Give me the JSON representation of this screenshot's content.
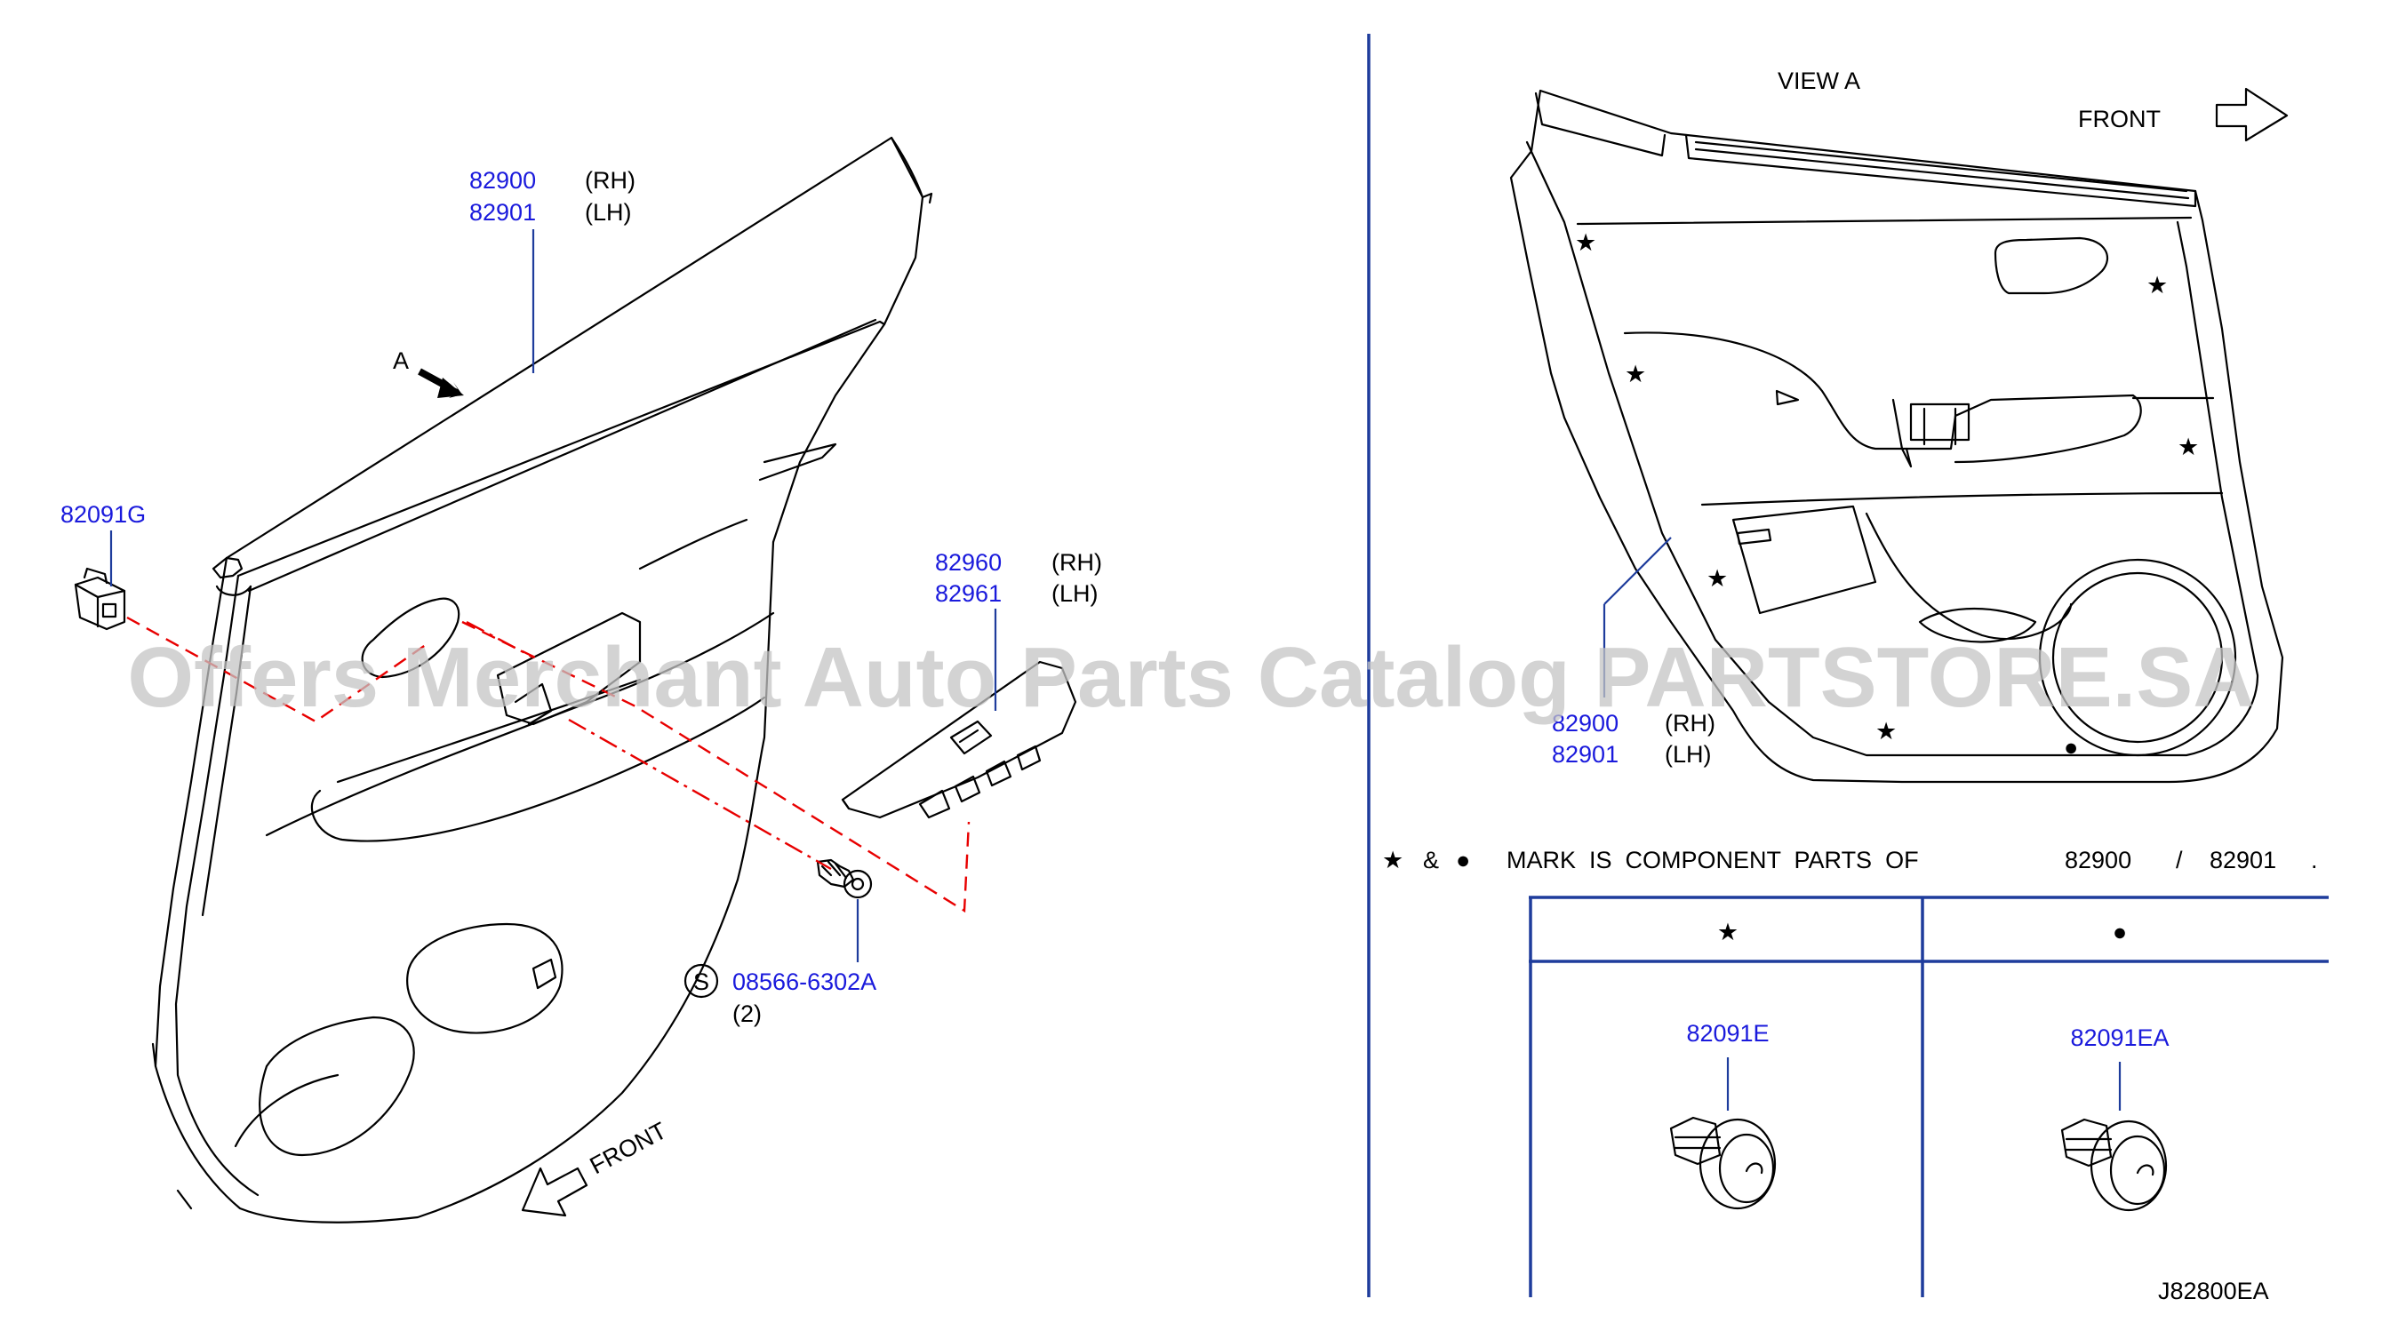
{
  "colors": {
    "part_number": "#1a1adc",
    "leader": "#1e3c9c",
    "connector": "#e80000",
    "line": "#000000",
    "watermark": "#c4c4c4"
  },
  "left_view": {
    "trim_label": {
      "rh_number": "82900",
      "rh_side": "(RH)",
      "lh_number": "82901",
      "lh_side": "(LH)"
    },
    "view_arrow_label": "A",
    "clip_label": "82091G",
    "switch_label": {
      "rh_number": "82960",
      "rh_side": "(RH)",
      "lh_number": "82961",
      "lh_side": "(LH)"
    },
    "screw_symbol": "S",
    "screw_number": "08566-6302A",
    "screw_qty": "(2)",
    "front_label": "FRONT"
  },
  "right_view": {
    "title": "VIEW   A",
    "front_label": "FRONT",
    "trim_label": {
      "rh_number": "82900",
      "rh_side": "(RH)",
      "lh_number": "82901",
      "lh_side": "(LH)"
    },
    "star_symbol": "★",
    "dot_symbol": "●"
  },
  "legend": {
    "star": "★",
    "amp": "&",
    "dot": "●",
    "text": "MARK  IS  COMPONENT  PARTS  OF",
    "part_a": "82900",
    "slash": "/",
    "part_b": "82901",
    "end": "."
  },
  "table": {
    "col1_header": "★",
    "col2_header": "●",
    "col1_part": "82091E",
    "col2_part": "82091EA"
  },
  "watermark": "Offers Merchant Auto Parts Catalog PARTSTORE.SA",
  "drawing_code": "J82800EA"
}
